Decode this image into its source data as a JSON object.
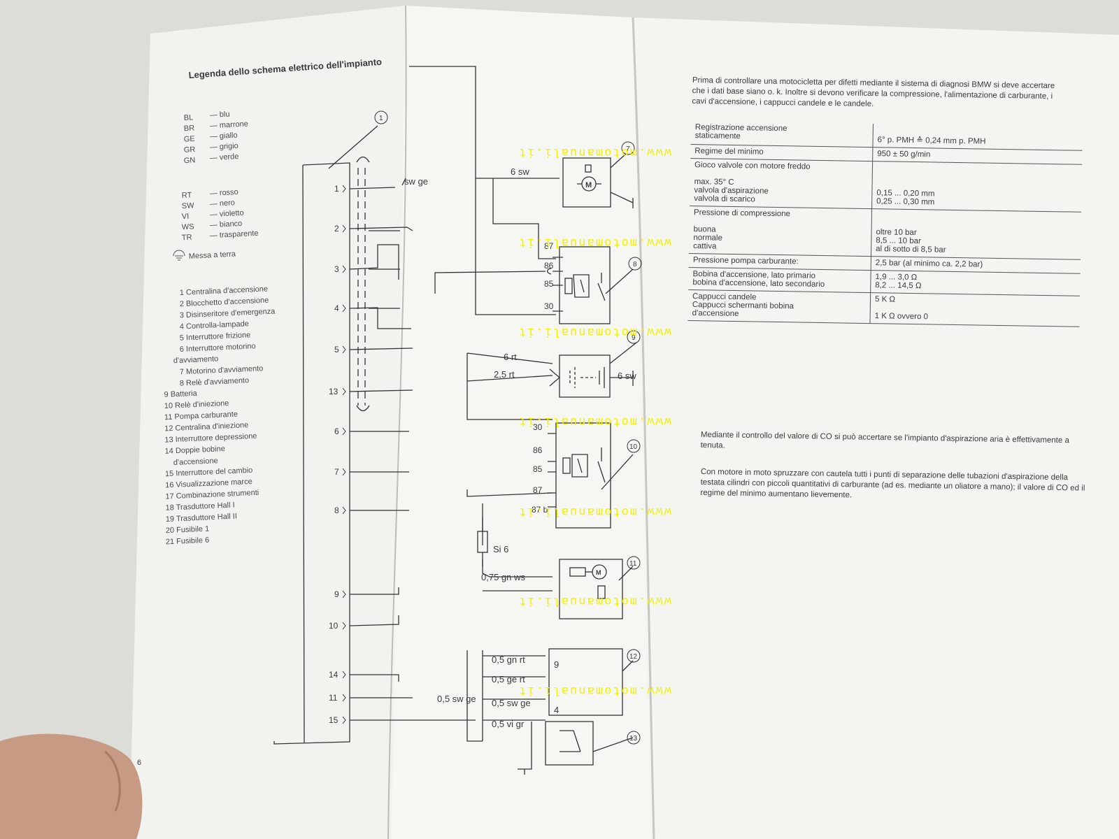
{
  "left_page": {
    "title": "Legenda dello schema elettrico dell'impianto",
    "page_number": "6",
    "colors_group1": [
      {
        "code": "BL",
        "name": "— blu"
      },
      {
        "code": "BR",
        "name": "— marrone"
      },
      {
        "code": "GE",
        "name": "— giallo"
      },
      {
        "code": "GR",
        "name": "— grigio"
      },
      {
        "code": "GN",
        "name": "— verde"
      }
    ],
    "colors_group2": [
      {
        "code": "RT",
        "name": "— rosso"
      },
      {
        "code": "SW",
        "name": "— nero"
      },
      {
        "code": "VI",
        "name": "— violetto"
      },
      {
        "code": "WS",
        "name": "— bianco"
      },
      {
        "code": "TR",
        "name": "— trasparente"
      }
    ],
    "ground_label": "Messa a terra",
    "components": [
      "1 Centralina d'accensione",
      "2 Blocchetto d'accensione",
      "3 Disinseritore d'emergenza",
      "4 Controlla-lampade",
      "5 Interruttore frizione",
      "6 Interruttore motorino",
      "d'avviamento",
      "7 Motorino d'avviamento",
      "8 Relè d'avviamento",
      "9 Batteria",
      "10 Relè d'iniezione",
      "11 Pompa carburante",
      "12 Centralina d'iniezione",
      "13 Interruttore depressione",
      "14 Doppie bobine",
      "d'accensione",
      "15 Interruttore del cambio",
      "16 Visualizzazione marce",
      "17 Combinazione strumenti",
      "18 Trasduttore Hall I",
      "19 Trasduttore Hall II",
      "20 Fusibile 1",
      "21 Fusibile 6"
    ]
  },
  "diagram": {
    "connector_pins": [
      "1",
      "2",
      "3",
      "4",
      "5",
      "13",
      "6",
      "7",
      "8",
      "9",
      "10",
      "14",
      "11",
      "15"
    ],
    "wire_labels": [
      "sw ge",
      "6 sw",
      "6 rt",
      "2,5 rt",
      "6 sw",
      "Si 6",
      "0,75 gn ws",
      "0,5 gn rt",
      "0,5 ge rt",
      "0,5 sw ge",
      "0,5 sw ge",
      "0,5 vi gr"
    ],
    "relay_terminals": [
      "87",
      "86",
      "85",
      "30",
      "30",
      "86",
      "85",
      "87",
      "87 b"
    ],
    "ecu_pins": [
      "9",
      "4"
    ],
    "callouts": [
      "1",
      "7",
      "8",
      "9",
      "10",
      "11",
      "12",
      "13"
    ],
    "watermark": "www.motomanuali.it"
  },
  "right_page": {
    "intro": "Prima di controllare una motocicletta per difetti mediante il sistema di diagnosi BMW si deve accertare che i dati base siano o. k. Inoltre si devono verificare la compressione, l'alimentazione di carburante, i cavi d'accensione, i cappucci candele e le candele.",
    "specs": [
      {
        "label": [
          "Registrazione accensione",
          "staticamente"
        ],
        "value": [
          "",
          "6° p. PMH ≙ 0,24 mm p. PMH"
        ]
      },
      {
        "label": [
          "Regime del minimo"
        ],
        "value": [
          "950 ± 50 g/min"
        ]
      },
      {
        "label": [
          "Gioco valvole con motore freddo",
          "",
          "max. 35° C",
          "valvola d'aspirazione",
          "valvola di scarico"
        ],
        "value": [
          "",
          "",
          "",
          "0,15 ... 0,20 mm",
          "0,25 ... 0,30 mm"
        ]
      },
      {
        "label": [
          "Pressione di compressione",
          "",
          "buona",
          "normale",
          "cattiva"
        ],
        "value": [
          "",
          "",
          "oltre 10 bar",
          "8,5 ... 10 bar",
          "al di sotto di 8,5 bar"
        ]
      },
      {
        "label": [
          "Pressione pompa carburante:"
        ],
        "value": [
          "2,5 bar (al minimo ca. 2,2 bar)"
        ]
      },
      {
        "label": [
          "Bobina d'accensione, lato primario",
          "bobina d'accensione, lato secondario"
        ],
        "value": [
          "1,9 ... 3,0 Ω",
          "8,2 ... 14,5 Ω"
        ]
      },
      {
        "label": [
          "Cappucci candele",
          "Cappucci schermanti bobina",
          "d'accensione"
        ],
        "value": [
          "5 K Ω",
          "",
          "1 K Ω ovvero 0"
        ]
      }
    ],
    "para1": "Mediante il controllo del valore di CO si può accertare se l'impianto d'aspirazione aria è effettivamente a tenuta.",
    "para2": "Con motore in moto spruzzare con cautela tutti i punti di separazione delle tubazioni d'aspirazione della testata cilindri con piccoli quantitativi di carburante (ad es. mediante un oliatore a mano); il valore di CO ed il regime del minimo aumentano lievemente."
  }
}
